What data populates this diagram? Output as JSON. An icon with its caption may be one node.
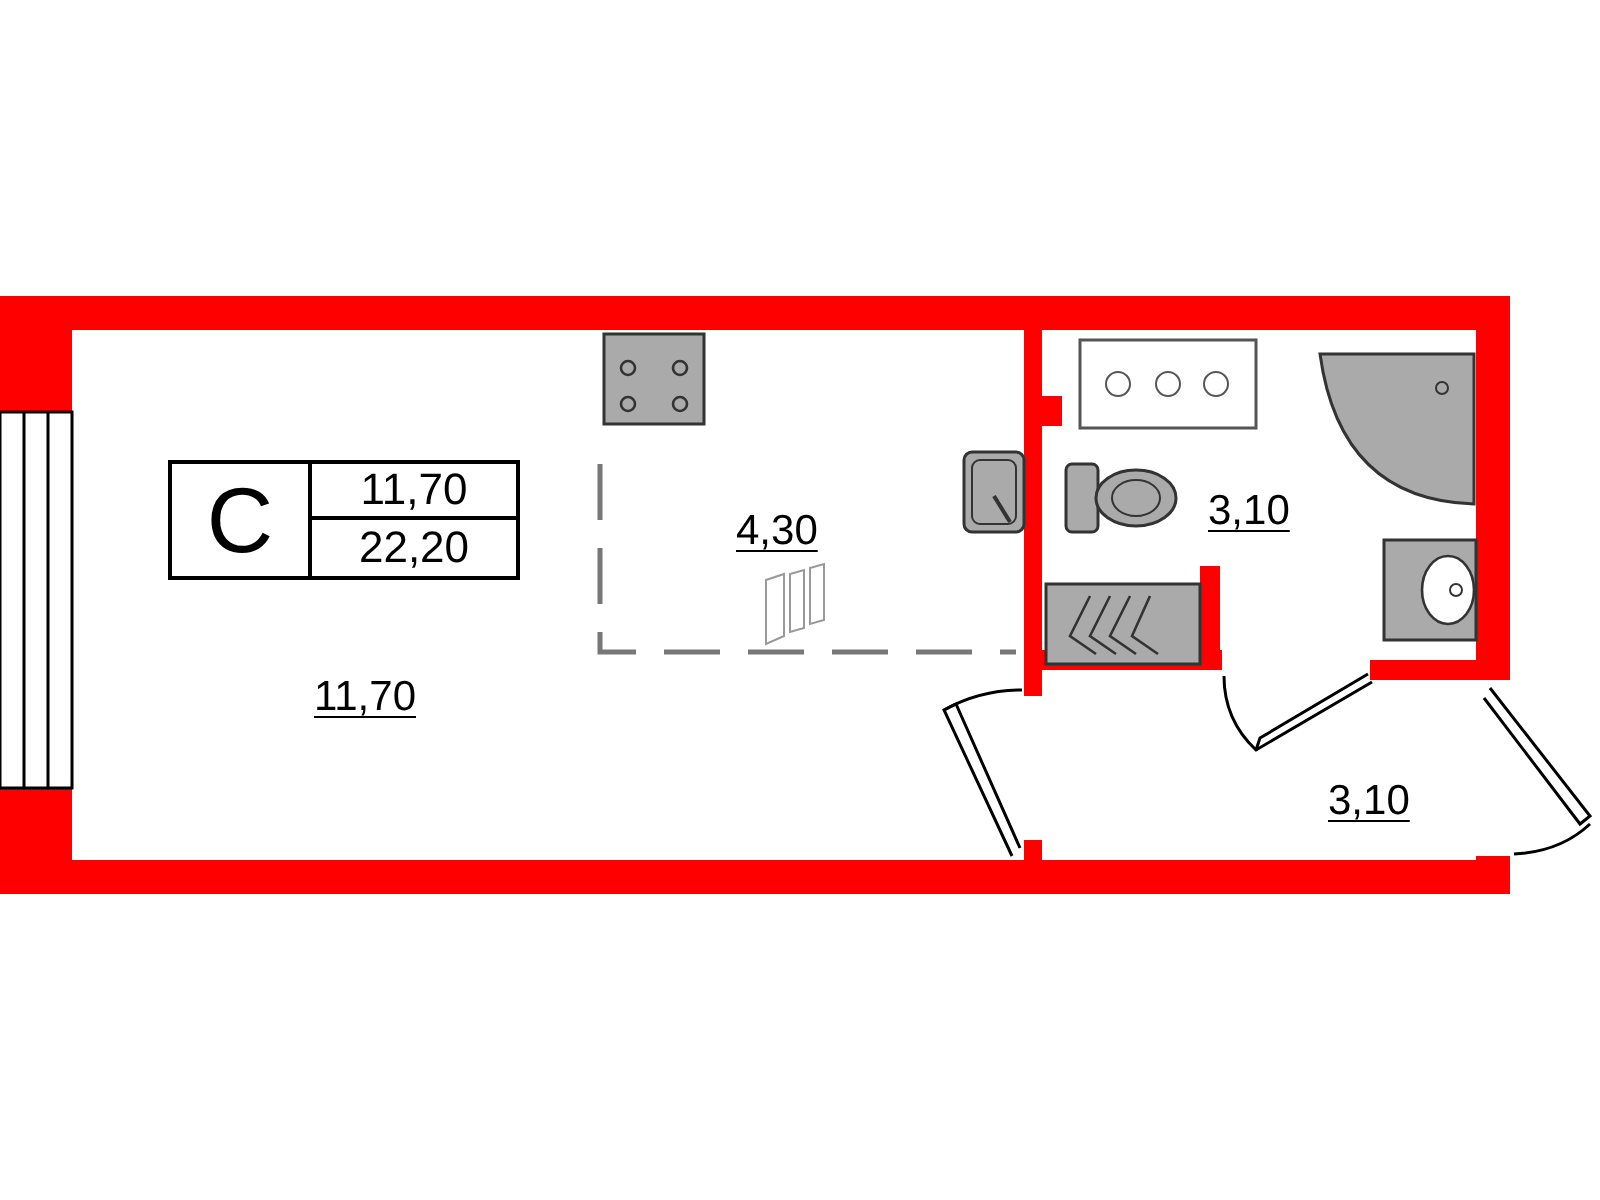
{
  "diagram": {
    "labels": [
      "С",
      "11,70",
      "22,20",
      "4,30",
      "3,10",
      "11,70",
      "3,10"
    ]
  }
}
